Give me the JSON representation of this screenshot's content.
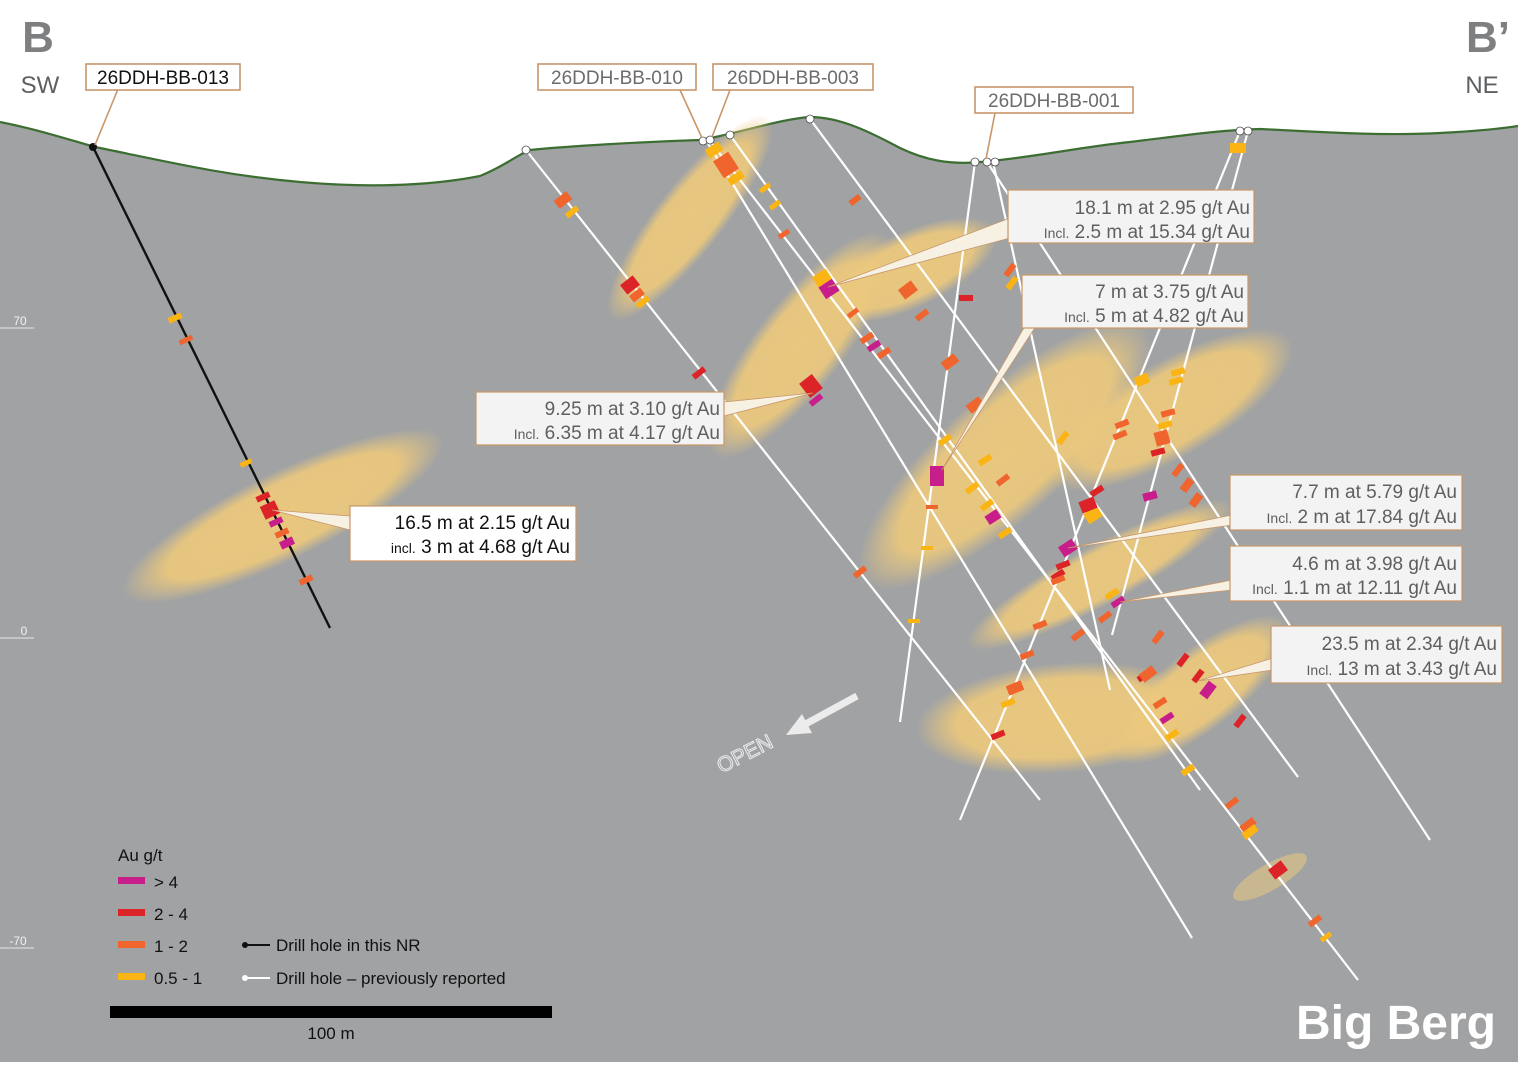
{
  "section": {
    "left_label": "B",
    "left_dir": "SW",
    "right_label": "B’",
    "right_dir": "NE",
    "title": "Big Berg",
    "open_label": "OPEN",
    "scale_label": "100 m"
  },
  "elevations": [
    "70",
    "0",
    "-70"
  ],
  "hole_labels": [
    "26DDH-BB-013",
    "26DDH-BB-010",
    "26DDH-BB-003",
    "26DDH-BB-001"
  ],
  "intercepts": [
    {
      "main": "18.1 m at  2.95 g/t Au",
      "incl": "Incl.",
      "sub": "2.5 m at 15.34 g/t Au"
    },
    {
      "main": "7 m at  3.75 g/t Au",
      "incl": "Incl.",
      "sub": "5 m at 4.82 g/t Au"
    },
    {
      "main": "9.25 m at 3.10 g/t Au",
      "incl": "Incl.",
      "sub": "6.35 m at 4.17 g/t Au"
    },
    {
      "main": "16.5 m at 2.15 g/t Au",
      "incl": "incl.",
      "sub": "3 m at 4.68 g/t Au"
    },
    {
      "main": "7.7 m at 5.79 g/t Au",
      "incl": "Incl.",
      "sub": "2 m at 17.84 g/t Au"
    },
    {
      "main": "4.6 m at 3.98 g/t Au",
      "incl": "Incl.",
      "sub": "1.1 m at 12.11 g/t Au"
    },
    {
      "main": "23.5 m at 2.34 g/t Au",
      "incl": "Incl.",
      "sub": "13 m at 3.43 g/t Au"
    }
  ],
  "legend": {
    "title": "Au g/t",
    "grades": [
      {
        "label": "> 4",
        "color": "#c81e8c"
      },
      {
        "label": "2 - 4",
        "color": "#dc2328"
      },
      {
        "label": "1 - 2",
        "color": "#f0642d"
      },
      {
        "label": "0.5 - 1",
        "color": "#fab414"
      }
    ],
    "hole_types": [
      "Drill hole in this NR",
      "Drill hole – previously reported"
    ]
  },
  "colors": {
    "ground": "#a0a2a4",
    "topo_line": "#3c6e32",
    "zone": "#ebc87d",
    "new_hole": "#111111",
    "old_hole": "#ffffff",
    "tag_border": "#c8966a"
  }
}
